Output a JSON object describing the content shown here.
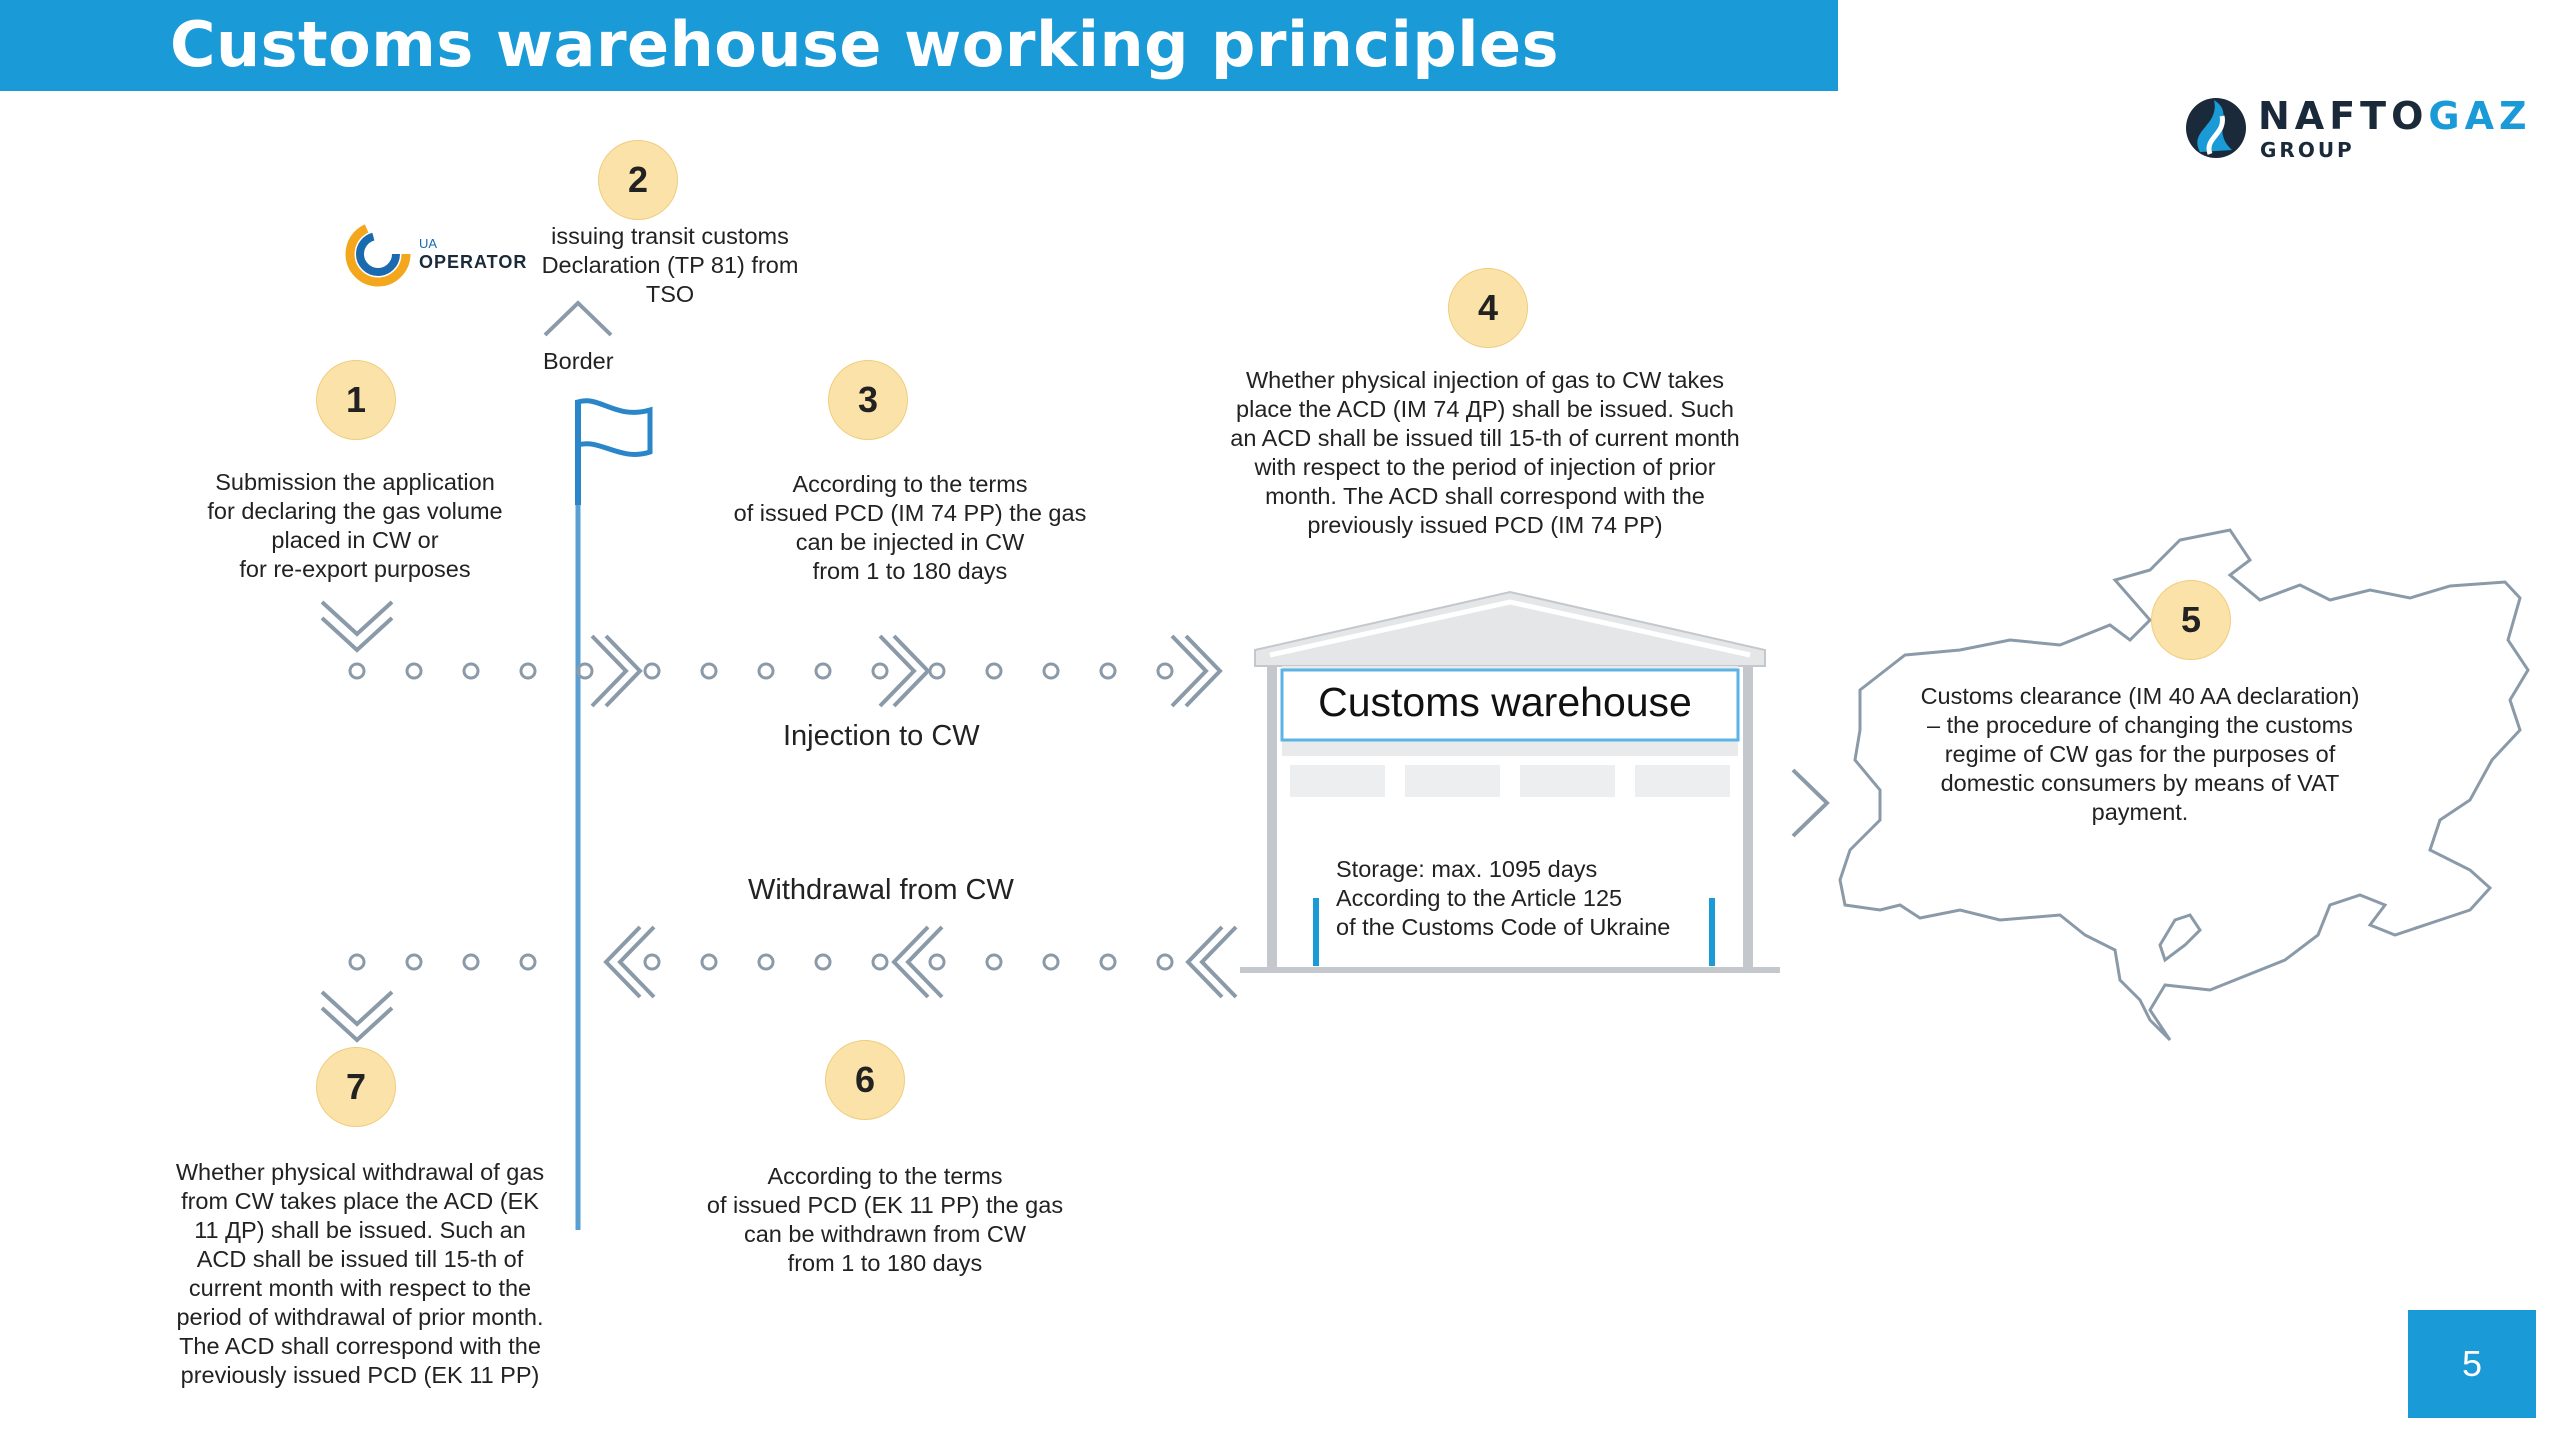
{
  "header": {
    "title": "Customs warehouse working principles"
  },
  "logos": {
    "naftogaz": {
      "name_part1": "NAFTO",
      "name_part2": "GAZ",
      "group": "GROUP"
    },
    "tso": {
      "small_text": "UA",
      "name": "OPERATOR"
    }
  },
  "steps": [
    {
      "number": "1",
      "text": "Submission the application\nfor declaring the gas volume\nplaced in CW or\nfor re-export purposes"
    },
    {
      "number": "2",
      "text": "issuing transit customs\nDeclaration (TP 81) from\nTSO"
    },
    {
      "number": "3",
      "text": "According to the terms\nof issued PCD (IM 74 PP) the gas\ncan be injected in CW\nfrom 1 to 180 days"
    },
    {
      "number": "4",
      "text": "Whether physical injection of gas to CW takes\nplace the ACD (IM 74 ДР) shall be issued. Such\nan ACD shall be issued till 15-th of current month\nwith respect to the period of injection of prior\nmonth. The ACD shall correspond with the\npreviously issued PCD (IM 74 PP)"
    },
    {
      "number": "5",
      "text": "Customs clearance (IM 40 AA declaration)\n– the procedure of changing the customs\nregime of CW gas for the purposes of\ndomestic consumers by means of VAT\npayment."
    },
    {
      "number": "6",
      "text": "According to the terms\nof issued PCD (EK 11 PP) the gas\ncan be withdrawn from CW\nfrom 1 to 180 days"
    },
    {
      "number": "7",
      "text": "Whether physical withdrawal of gas\nfrom CW takes place the ACD (EK\n11 ДР) shall be issued. Such an\nACD shall be issued till 15-th of\ncurrent month with respect to the\nperiod of withdrawal of prior month.\nThe ACD shall correspond with the\npreviously issued PCD (EK 11 PP)"
    }
  ],
  "labels": {
    "border": "Border",
    "injection": "Injection to CW",
    "withdrawal": "Withdrawal from CW"
  },
  "warehouse": {
    "title": "Customs warehouse",
    "storage": "Storage: max. 1095 days\nAccording to the Article 125\nof the Customs Code of Ukraine"
  },
  "page_number": "5",
  "colors": {
    "accent": "#1a9ad6",
    "badge": "#fbe2a8",
    "line": "#8a9aa8",
    "flag": "#2a86c8"
  }
}
